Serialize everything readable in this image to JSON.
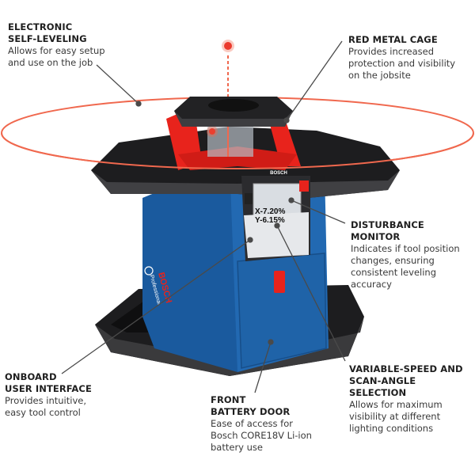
{
  "product": {
    "brand": "BOSCH",
    "line": "Professional",
    "display": {
      "x_reading": "X-7.20%",
      "y_reading": "Y-6.15%"
    }
  },
  "callouts": [
    {
      "id": "self-leveling",
      "title": "ELECTRONIC\nSELF-LEVELING",
      "desc": "Allows for easy setup\nand use on the job"
    },
    {
      "id": "red-metal-cage",
      "title": "RED METAL CAGE",
      "desc": "Provides increased\nprotection and visibility\non the jobsite"
    },
    {
      "id": "disturbance-monitor",
      "title": "DISTURBANCE\nMONITOR",
      "desc": "Indicates if tool position\nchanges, ensuring\nconsistent leveling accuracy"
    },
    {
      "id": "variable-speed",
      "title": "VARIABLE-SPEED AND\nSCAN-ANGLE SELECTION",
      "desc": "Allows for maximum\nvisibility at different\nlighting conditions"
    },
    {
      "id": "onboard-ui",
      "title": "ONBOARD\nUSER INTERFACE",
      "desc": "Provides intuitive,\neasy tool control"
    },
    {
      "id": "battery-door",
      "title": "FRONT\nBATTERY DOOR",
      "desc": "Ease of access for\nBosch CORE18V Li-ion\nbattery use"
    }
  ],
  "colors": {
    "body_blue": "#1f63a8",
    "cage_red": "#e8231c",
    "bumper_black": "#1d1d1f",
    "laser": "#f0684e",
    "leader": "#4a4a4a"
  }
}
